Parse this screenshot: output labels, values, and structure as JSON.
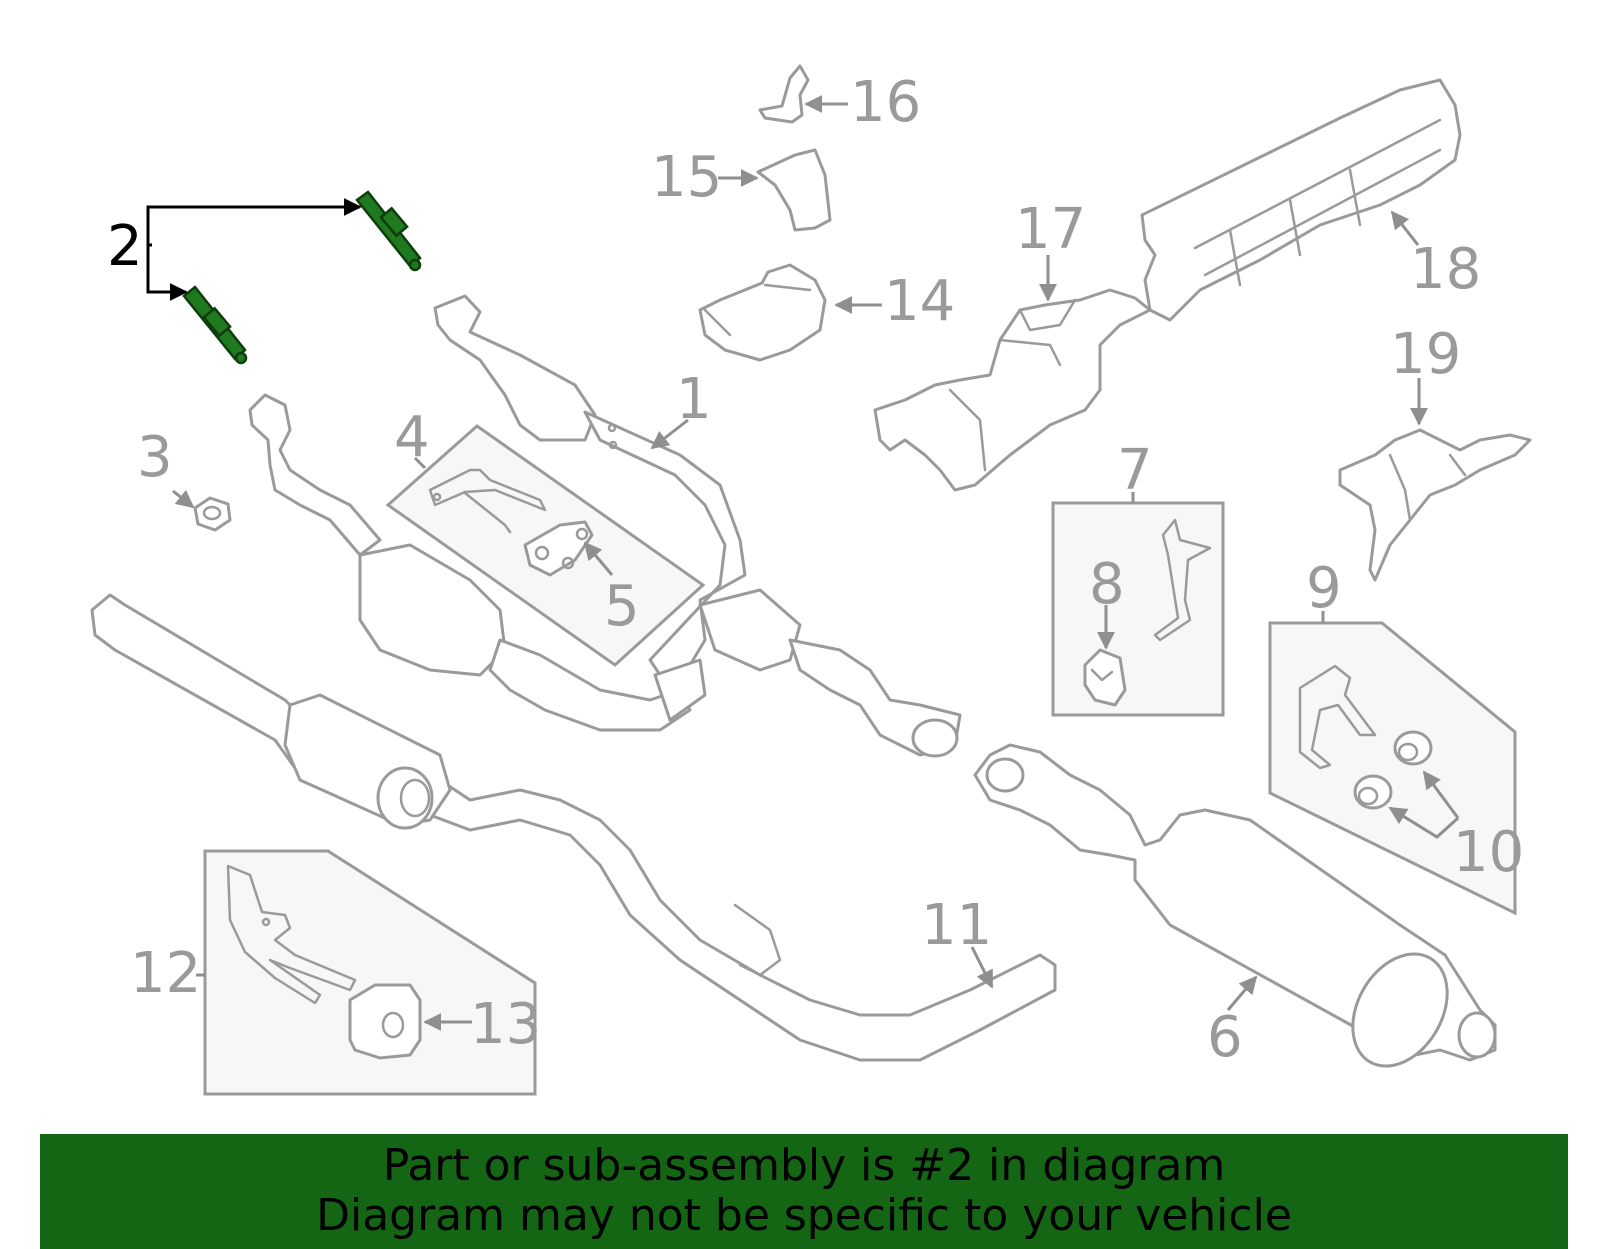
{
  "callouts": [
    "1",
    "2",
    "3",
    "4",
    "5",
    "6",
    "7",
    "8",
    "9",
    "10",
    "11",
    "12",
    "13",
    "14",
    "15",
    "16",
    "17",
    "18",
    "19"
  ],
  "highlighted_part": "2",
  "colors": {
    "highlight": "#1f7a1f",
    "banner_background": "#146614",
    "line_art": "#9a9a9a"
  },
  "banner": {
    "line1": "Part or sub-assembly is #2 in diagram",
    "line2": "Diagram may not be specific to your vehicle"
  }
}
